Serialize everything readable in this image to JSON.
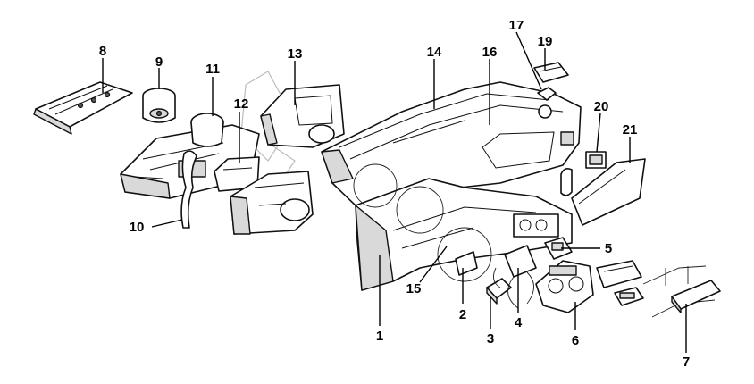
{
  "callouts": [
    {
      "id": "1",
      "label": "1"
    },
    {
      "id": "2",
      "label": "2"
    },
    {
      "id": "3",
      "label": "3"
    },
    {
      "id": "4",
      "label": "4"
    },
    {
      "id": "5",
      "label": "5"
    },
    {
      "id": "6",
      "label": "6"
    },
    {
      "id": "7",
      "label": "7"
    },
    {
      "id": "8",
      "label": "8"
    },
    {
      "id": "9",
      "label": "9"
    },
    {
      "id": "10",
      "label": "10"
    },
    {
      "id": "11",
      "label": "11"
    },
    {
      "id": "12",
      "label": "12"
    },
    {
      "id": "13",
      "label": "13"
    },
    {
      "id": "14",
      "label": "14"
    },
    {
      "id": "15",
      "label": "15"
    },
    {
      "id": "16",
      "label": "16"
    },
    {
      "id": "17",
      "label": "17"
    },
    {
      "id": "19",
      "label": "19"
    },
    {
      "id": "20",
      "label": "20"
    },
    {
      "id": "21",
      "label": "21"
    }
  ]
}
